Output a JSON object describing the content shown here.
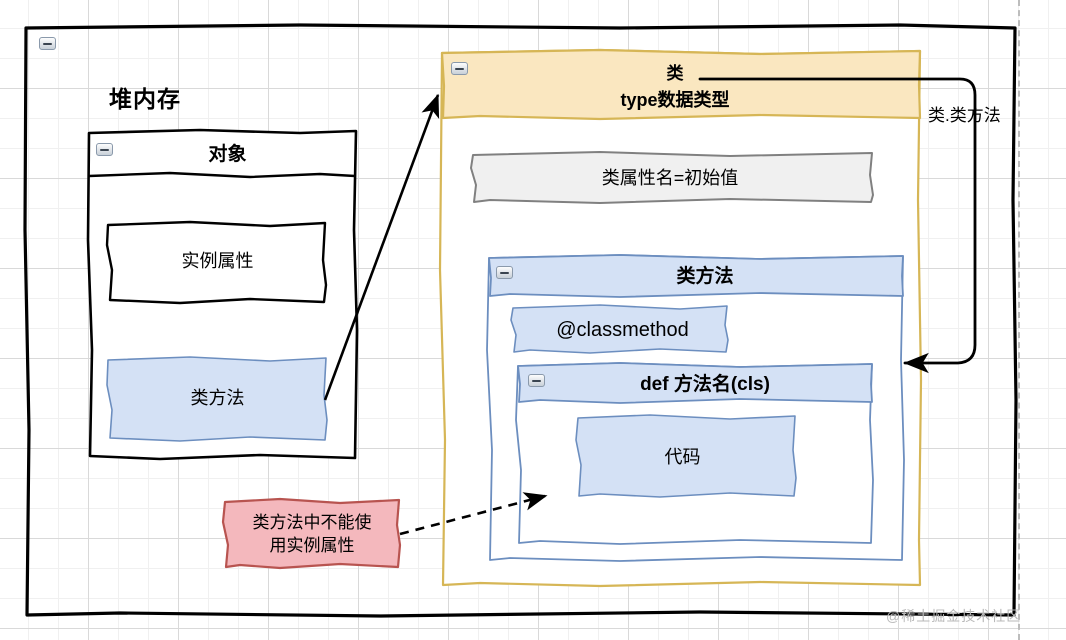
{
  "diagram": {
    "heap": {
      "title": "堆内存",
      "object": {
        "header": "对象",
        "instance_attr": "实例属性",
        "class_method": "类方法"
      }
    },
    "klass": {
      "header_line1": "类",
      "header_line2": "type数据类型",
      "class_attribute": "类属性名=初始值",
      "class_method_group": {
        "header": "类方法",
        "decorator": "@classmethod",
        "def_signature": "def 方法名(cls)",
        "code": "代码"
      }
    },
    "annotations": {
      "call_label": "类.类方法",
      "warning_note": "类方法中不能使\n用实例属性"
    },
    "watermark": "@稀土掘金技术社区"
  },
  "colors": {
    "class_box_border": "#d6b656",
    "class_header_fill": "#fae7c0",
    "blue_fill": "#d4e1f5",
    "blue_border": "#6c8ebf",
    "gray_fill": "#f0f0f0",
    "gray_border": "#808080",
    "note_fill": "#f4b8bd",
    "note_border": "#b85450",
    "outline_black": "#000000",
    "grid_line": "#d9d9d9"
  }
}
